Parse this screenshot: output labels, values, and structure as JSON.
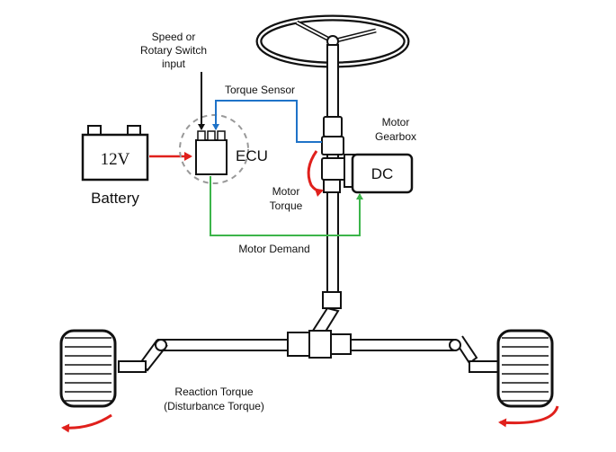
{
  "labels": {
    "speed_input_line1": "Speed or",
    "speed_input_line2": "Rotary Switch",
    "speed_input_line3": "input",
    "torque_sensor": "Torque Sensor",
    "ecu": "ECU",
    "battery_voltage": "12V",
    "battery": "Battery",
    "motor_gearbox_line1": "Motor",
    "motor_gearbox_line2": "Gearbox",
    "motor_dc": "DC",
    "motor_torque_line1": "Motor",
    "motor_torque_line2": "Torque",
    "motor_demand": "Motor Demand",
    "reaction_torque_line1": "Reaction Torque",
    "reaction_torque_line2": "(Disturbance Torque)"
  },
  "colors": {
    "power_arrow": "#e0201c",
    "torque_signal": "#1f73c8",
    "demand_signal": "#3cb54a",
    "motor_torque_arrow": "#e0201c",
    "reaction_arrow": "#e0201c",
    "outline": "#111111"
  }
}
